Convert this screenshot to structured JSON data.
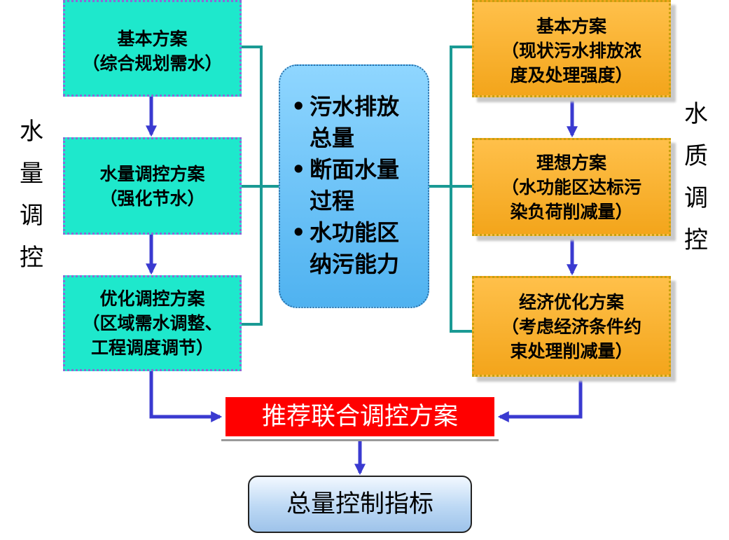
{
  "left_label": [
    "水",
    "量",
    "调",
    "控"
  ],
  "right_label": [
    "水",
    "质",
    "调",
    "控"
  ],
  "left_boxes": [
    {
      "lines": [
        "基本方案",
        "（综合规划需水）"
      ]
    },
    {
      "lines": [
        "水量调控方案",
        "（强化节水）"
      ]
    },
    {
      "lines": [
        "优化调控方案",
        "（区域需水调整、",
        "工程调度调节）"
      ]
    }
  ],
  "right_boxes": [
    {
      "lines": [
        "基本方案",
        "（现状污水排放浓",
        "度及处理强度）"
      ]
    },
    {
      "lines": [
        "理想方案",
        "（水功能区达标污",
        "染负荷削减量）"
      ]
    },
    {
      "lines": [
        "经济优化方案",
        "（考虑经济条件约",
        "束处理削减量）"
      ]
    }
  ],
  "center_bullets": [
    {
      "bullet": "•",
      "lines": [
        "污水排放",
        "总量"
      ]
    },
    {
      "bullet": "•",
      "lines": [
        "断面水量",
        "过程"
      ]
    },
    {
      "bullet": "•",
      "lines": [
        "水功能区",
        "纳污能力"
      ]
    }
  ],
  "recommended": "推荐联合调控方案",
  "total": "总量控制指标",
  "colors": {
    "left_box": "#1ee8cc",
    "right_box": "#f7b02a",
    "center_box": "#6cc4f8",
    "recommended_bg": "#ff0000",
    "connector": "#1a9a94",
    "arrow": "#3a3ad0"
  }
}
